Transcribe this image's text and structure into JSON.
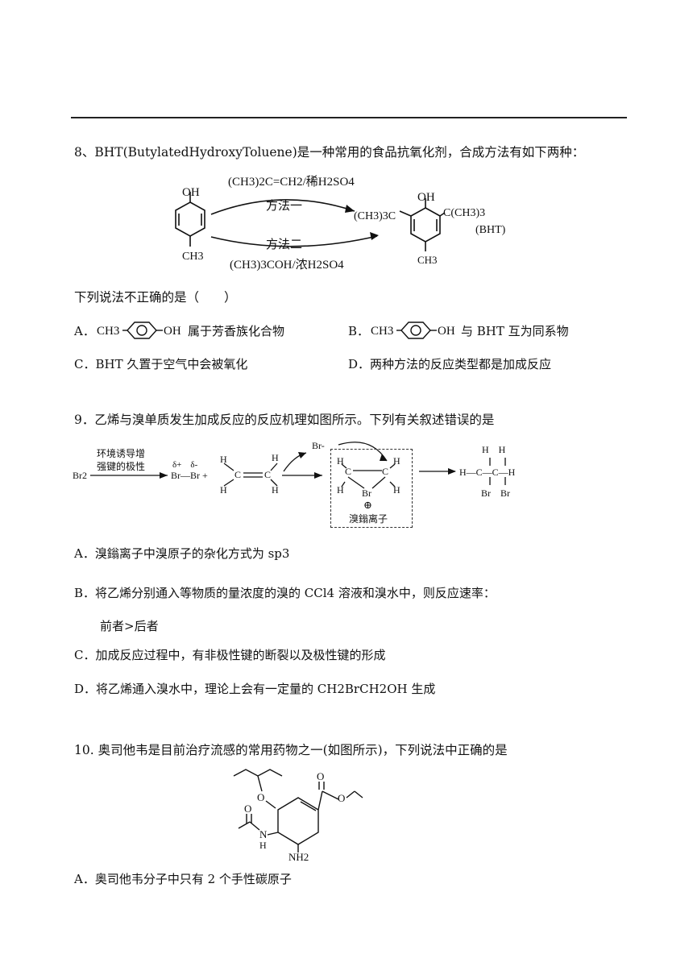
{
  "q8": {
    "stem": "8、BHT(ButylatedHydroxyToluene)是一种常用的食品抗氧化剂，合成方法有如下两种：",
    "reagent1": "(CH3)2C=CH2/稀H2SO4",
    "method1": "方法一",
    "method2": "方法二",
    "reagent2": "(CH3)3COH/浓H2SO4",
    "label_oh": "OH",
    "label_ch3": "CH3",
    "label_tbu_left": "(CH3)3C",
    "label_tbu_right": "C(CH3)3",
    "label_bht": "(BHT)",
    "question": "下列说法不正确的是（　　）",
    "optA_prefix": "A．",
    "optA_ch3": "CH3",
    "optA_oh": "OH",
    "optA_text": "属于芳香族化合物",
    "optB_prefix": "B．",
    "optB_ch3": "CH3",
    "optB_oh": "OH",
    "optB_text": "与 BHT 互为同系物",
    "optC": "C．BHT 久置于空气中会被氧化",
    "optD": "D．两种方法的反应类型都是加成反应"
  },
  "q9": {
    "stem": "9．乙烯与溴单质发生加成反应的反应机理如图所示。下列有关叙述错误的是",
    "cond1": "环境诱导增",
    "cond2": "强键的极性",
    "br2": "Br2",
    "delta": "δ+　δ-",
    "brbr": "Br—Br +",
    "h": "H",
    "c": "C",
    "br": "Br",
    "br_minus": "Br-",
    "plus": "⊕",
    "ion_label": "溴鎓离子",
    "product_h": "H　H",
    "product_chain": "H—C—C—H",
    "product_br": "Br　Br",
    "optA": "A．溴鎓离子中溴原子的杂化方式为 sp3",
    "optB1": "B．将乙烯分别通入等物质的量浓度的溴的 CCl4 溶液和溴水中，则反应速率：",
    "optB2": "前者>后者",
    "optC": "C．加成反应过程中，有非极性键的断裂以及极性键的形成",
    "optD": "D．将乙烯通入溴水中，理论上会有一定量的 CH2BrCH2OH 生成"
  },
  "q10": {
    "stem": "10. 奥司他韦是目前治疗流感的常用药物之一(如图所示)，下列说法中正确的是",
    "o": "O",
    "n": "N",
    "h": "H",
    "nh2": "NH2",
    "optA": "A．奥司他韦分子中只有 2 个手性碳原子"
  }
}
